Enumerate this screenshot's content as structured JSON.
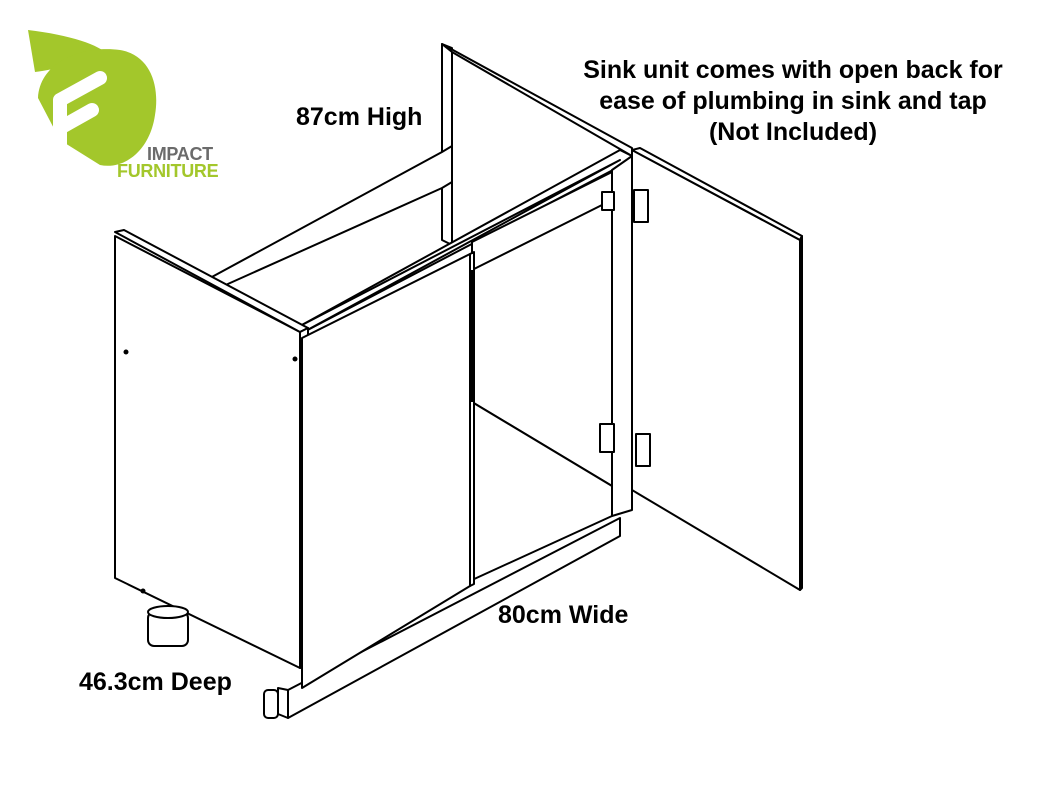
{
  "colors": {
    "line": "#000000",
    "background": "#ffffff",
    "brand_green": "#a3c72b",
    "brand_gray": "#6b6b6b"
  },
  "logo": {
    "icon": "impact-furniture-leaf-logo-icon",
    "line1": "IMPACT",
    "line2": "FURNITURE"
  },
  "labels": {
    "height": "87cm High",
    "width": "80cm Wide",
    "depth": "46.3cm Deep"
  },
  "note": {
    "lines": [
      "Sink unit comes with open back for",
      "ease of plumbing in sink and tap",
      "(Not Included)"
    ]
  }
}
